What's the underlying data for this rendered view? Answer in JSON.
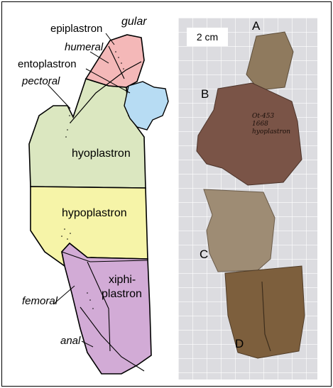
{
  "diagram_labels": {
    "gular": "gular",
    "epiplastron": "epiplastron",
    "humeral": "humeral",
    "entoplastron": "entoplastron",
    "pectoral": "pectoral",
    "hyoplastron": "hyoplastron",
    "hypoplastron": "hypoplastron",
    "xiphiplastron_line1": "xiphi-",
    "xiphiplastron_line2": "plastron",
    "femoral": "femoral",
    "anal": "anal"
  },
  "photo": {
    "scale_bar": "2 cm",
    "fragments": [
      "A",
      "B",
      "C",
      "D"
    ],
    "specimen_note_lines": [
      "Ot-453",
      "1668",
      "hyoplastron"
    ]
  },
  "colors": {
    "epiplastron": "#f4b8b8",
    "entoplastron": "#b7dcf3",
    "hyoplastron": "#dbe7c0",
    "hypoplastron": "#f6f4a8",
    "xiphiplastron": "#d2abd6"
  }
}
